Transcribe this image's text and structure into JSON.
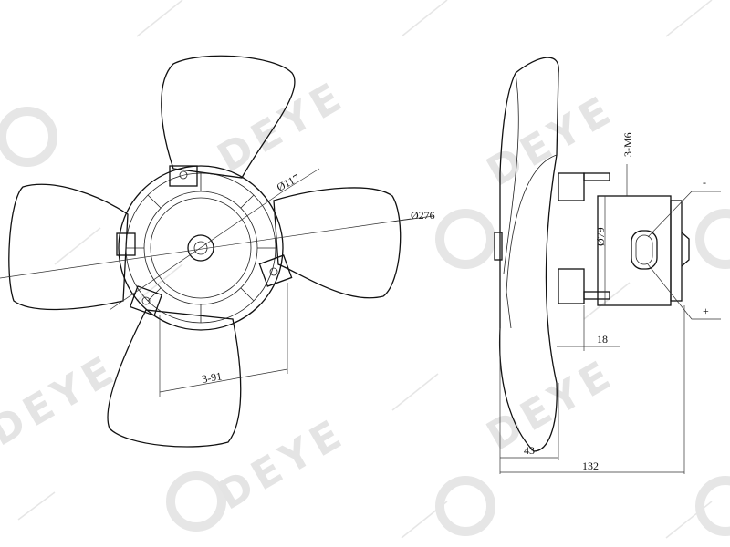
{
  "watermark": {
    "text": "DEYE",
    "color": "#e4e4e4"
  },
  "front_view": {
    "hub_diameter_label": "Ø117",
    "fan_diameter_label": "Ø276",
    "mount_holes_label": "3-91"
  },
  "side_view": {
    "thread_label": "3-M6",
    "motor_diameter_label": "Ø79",
    "negative_terminal_label": "-",
    "positive_terminal_label": "+",
    "stud_length_label": "18",
    "blade_depth_label": "43",
    "total_depth_label": "132"
  }
}
